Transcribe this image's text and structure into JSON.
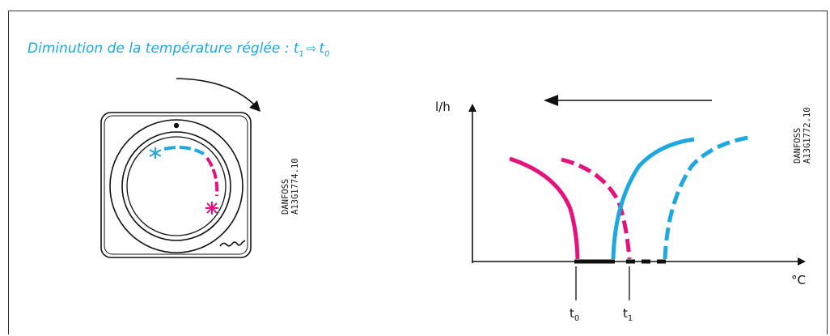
{
  "title": {
    "main": "Diminution de la température réglée : ",
    "t1_base": "t",
    "t1_sub": "1",
    "arrow": "⇨",
    "t0_base": "t",
    "t0_sub": "0"
  },
  "dial_code": {
    "line1": "DANFOSS",
    "line2": "A13G1774.10"
  },
  "chart_code": {
    "line1": "DANFOSS",
    "line2": "A13G1772.10"
  },
  "chart": {
    "y_axis_label": "l/h",
    "x_axis_label": "°C",
    "tick_t0_base": "t",
    "tick_t0_sub": "0",
    "tick_t1_base": "t",
    "tick_t1_sub": "1"
  },
  "colors": {
    "magenta": "#e5127d",
    "cyan": "#1ea7e0",
    "dark": "#111111"
  },
  "icons": {
    "heat_symbol": "sun-asterisk-icon",
    "frost_symbol": "snowflake-asterisk-icon",
    "logo": "danfoss-logo-icon"
  }
}
